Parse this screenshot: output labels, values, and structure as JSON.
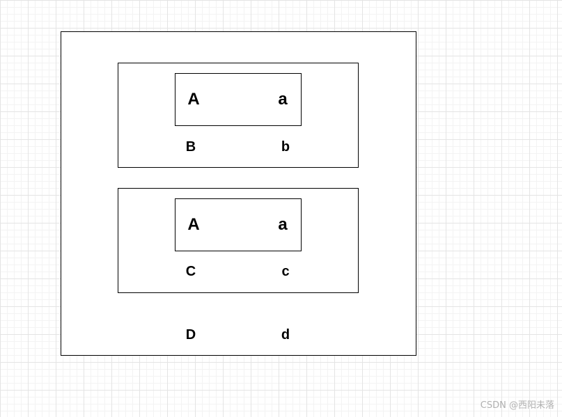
{
  "diagram": {
    "group_top": {
      "inner_left": "A",
      "inner_right": "a",
      "outer_left": "B",
      "outer_right": "b"
    },
    "group_bottom": {
      "inner_left": "A",
      "inner_right": "a",
      "outer_left": "C",
      "outer_right": "c"
    },
    "outer_left": "D",
    "outer_right": "d"
  },
  "watermark": "CSDN @西阳未落"
}
